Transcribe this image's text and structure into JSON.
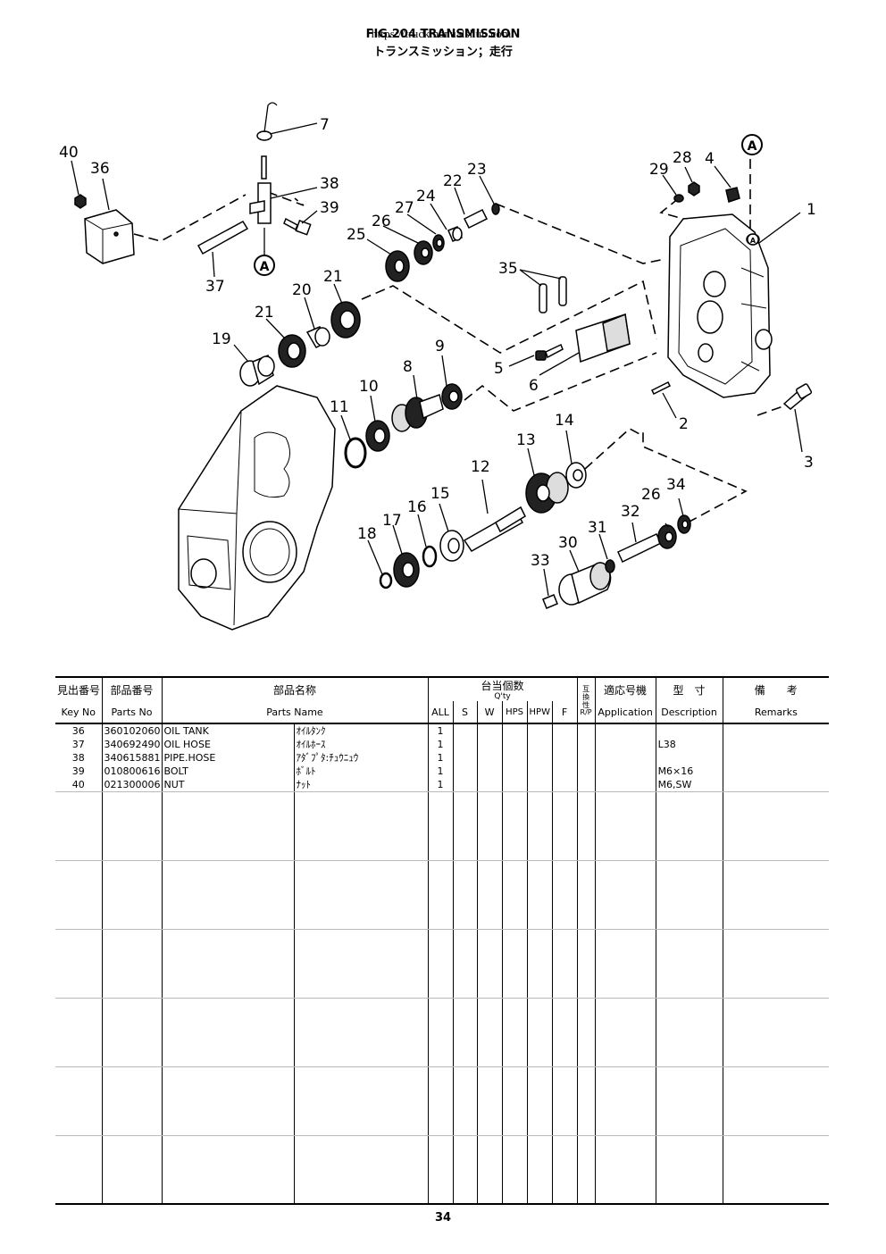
{
  "header": {
    "url": "https://truckmanualshub.com/",
    "title": "FIG.204 TRANSMISSION",
    "subtitle": "トランスミッション；走行"
  },
  "diagram": {
    "callouts": [
      "1",
      "2",
      "3",
      "4",
      "5",
      "6",
      "7",
      "8",
      "9",
      "10",
      "11",
      "12",
      "13",
      "14",
      "15",
      "16",
      "17",
      "18",
      "19",
      "20",
      "21",
      "21",
      "22",
      "23",
      "24",
      "25",
      "26",
      "26",
      "27",
      "28",
      "29",
      "30",
      "31",
      "32",
      "33",
      "34",
      "35",
      "36",
      "37",
      "38",
      "39",
      "40",
      "A",
      "A",
      "A"
    ]
  },
  "table": {
    "headers_jp": {
      "key_no": "見出番号",
      "parts_no": "部品番号",
      "parts_name": "部品名称",
      "qty": "台当個数",
      "interchangeable": "互換性",
      "application": "適応号機",
      "description": "型　寸",
      "remarks": "備　　考"
    },
    "headers_en": {
      "key_no": "Key No",
      "parts_no": "Parts No",
      "parts_name": "Parts Name",
      "qty": "Q'ty",
      "qty_cols": [
        "ALL",
        "S",
        "W",
        "HPS",
        "HPW",
        "F"
      ],
      "rp": "R/P",
      "application": "Application",
      "description": "Description",
      "remarks": "Remarks"
    },
    "rows": [
      {
        "key": "36",
        "part_no": "360102060",
        "name": "OIL TANK",
        "name_jp": "ｵｲﾙﾀﾝｸ",
        "all": "1",
        "desc": ""
      },
      {
        "key": "37",
        "part_no": "340692490",
        "name": "OIL HOSE",
        "name_jp": "ｵｲﾙﾎｰｽ",
        "all": "1",
        "desc": "L38"
      },
      {
        "key": "38",
        "part_no": "340615881",
        "name": "PIPE.HOSE",
        "name_jp": "ｱﾀﾞﾌﾟﾀ:ﾁｭｳﾆｭｳ",
        "all": "1",
        "desc": ""
      },
      {
        "key": "39",
        "part_no": "010800616",
        "name": "BOLT",
        "name_jp": "ﾎﾞﾙﾄ",
        "all": "1",
        "desc": "M6×16"
      },
      {
        "key": "40",
        "part_no": "021300006",
        "name": "NUT",
        "name_jp": "ﾅｯﾄ",
        "all": "1",
        "desc": "M6,SW"
      }
    ]
  },
  "footer": {
    "page": "34"
  }
}
